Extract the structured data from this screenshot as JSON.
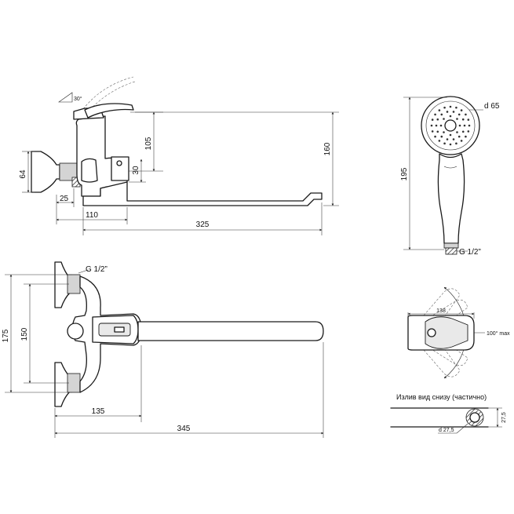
{
  "side_view": {
    "angle_label": "30°",
    "dim_105": "105",
    "dim_160": "160",
    "dim_64": "64",
    "dim_30": "30",
    "dim_25": "25",
    "dim_110": "110",
    "dim_325": "325"
  },
  "shower_head": {
    "dim_diameter": "d 65",
    "dim_length": "195",
    "thread_label": "G 1/2”"
  },
  "front_view": {
    "thread_label": "G 1/2”",
    "dim_175": "175",
    "dim_150": "150",
    "dim_135": "135",
    "dim_345": "345"
  },
  "top_view": {
    "dim_138": "138",
    "rotation_label": "100° max"
  },
  "spout_section": {
    "caption": "Излив вид снизу (частично)",
    "dim_height": "27,5",
    "dim_diameter": "d 27,5"
  },
  "colors": {
    "line": "#1a1a1a",
    "dimension": "#333333",
    "background": "#ffffff"
  }
}
